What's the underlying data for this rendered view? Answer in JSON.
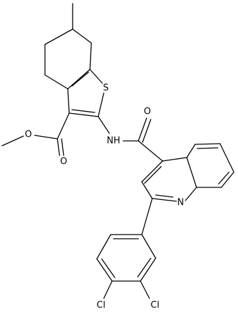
{
  "molecule": {
    "atom_labels": {
      "methoxy_o": "O",
      "ester_carbonyl_o": "O",
      "thiophene_s": "S",
      "amide_nh": "NH",
      "amide_carbonyl_o": "O",
      "quinoline_n": "N",
      "cl_para": "Cl",
      "cl_meta": "Cl"
    }
  }
}
